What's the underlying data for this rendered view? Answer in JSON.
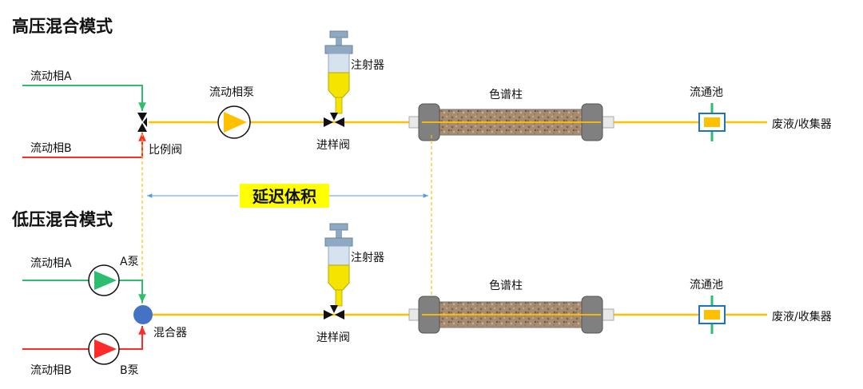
{
  "titles": {
    "high_pressure": "高压混合模式",
    "low_pressure": "低压混合模式"
  },
  "labels": {
    "mobile_phase_a": "流动相A",
    "mobile_phase_b": "流动相B",
    "proportioning_valve": "比例阀",
    "mobile_phase_pump": "流动相泵",
    "syringe": "注射器",
    "injection_valve": "进样阀",
    "column": "色谱柱",
    "flow_cell": "流通池",
    "waste_collector": "废液/收集器",
    "delay_volume": "延迟体积",
    "pump_a": "A泵",
    "pump_b": "B泵",
    "mixer": "混合器"
  },
  "colors": {
    "line_a": "#2dbd6e",
    "line_b": "#ff2a2a",
    "main_flow": "#ffc000",
    "mixer": "#4472c4",
    "flow_cell_border": "#1e73be",
    "delay_highlight": "#ffff00",
    "guide_line": "#5b9bd5"
  }
}
